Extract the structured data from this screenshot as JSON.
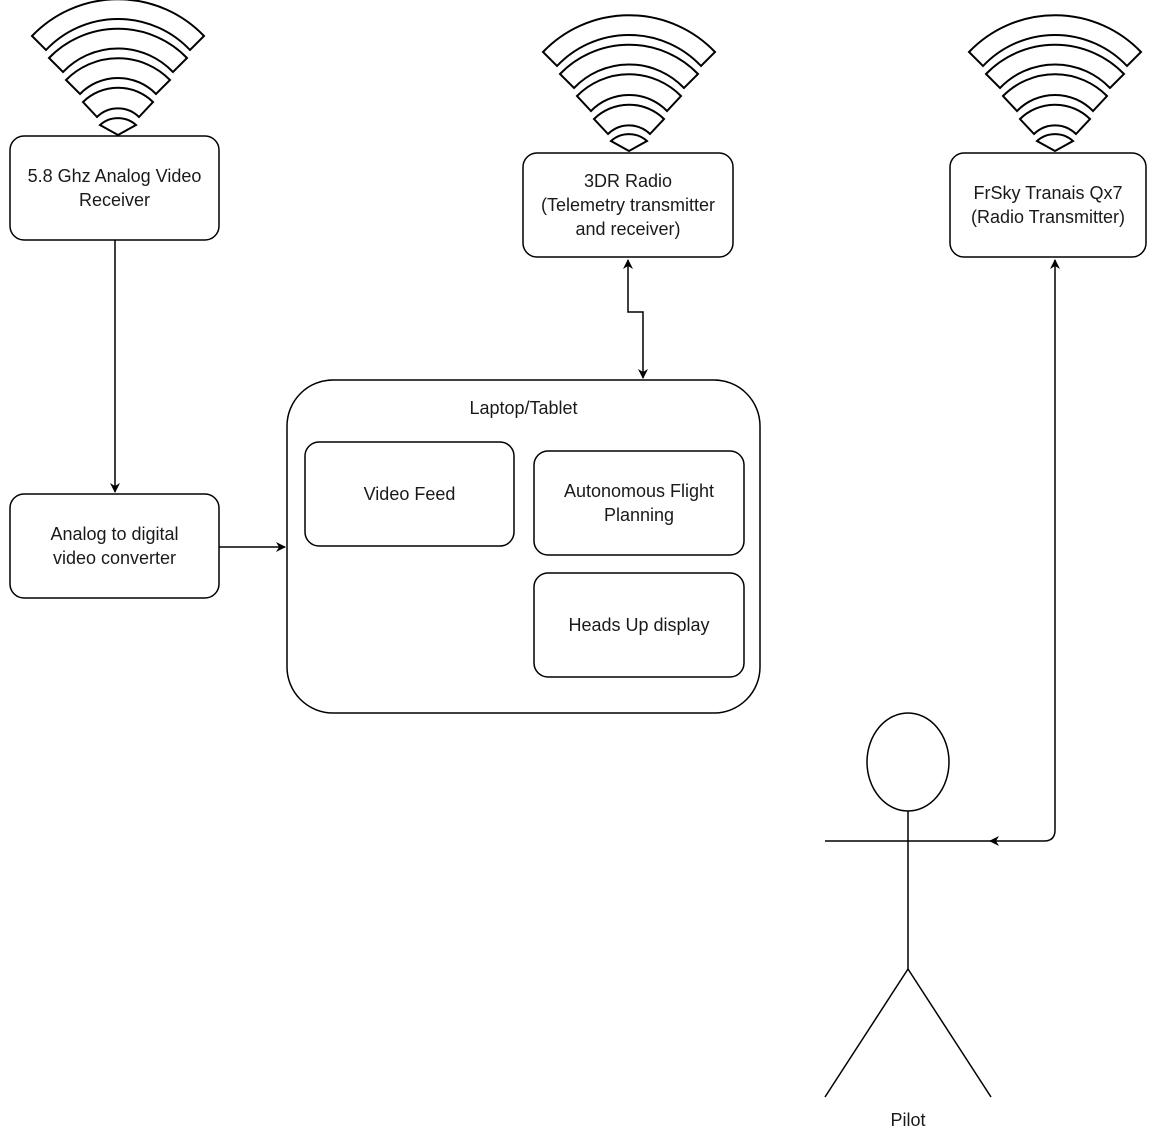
{
  "diagram": {
    "nodes": {
      "video_receiver": {
        "label": "5.8 Ghz Analog Video\nReceiver"
      },
      "telemetry_radio": {
        "label": "3DR Radio\n(Telemetry transmitter\nand receiver)"
      },
      "rc_transmitter": {
        "label": "FrSky Tranais Qx7\n(Radio Transmitter)"
      },
      "video_converter": {
        "label": "Analog to digital\nvideo converter"
      },
      "laptop": {
        "label": "Laptop/Tablet"
      },
      "video_feed": {
        "label": "Video Feed"
      },
      "flight_planning": {
        "label": "Autonomous Flight\nPlanning"
      },
      "heads_up_display": {
        "label": "Heads Up display"
      },
      "pilot": {
        "label": "Pilot"
      }
    },
    "icons": [
      "wifi-icon",
      "wifi-icon",
      "wifi-icon",
      "person-icon"
    ],
    "colors": {
      "stroke": "#000000",
      "fill": "#ffffff",
      "text": "#1a1a1a"
    }
  }
}
